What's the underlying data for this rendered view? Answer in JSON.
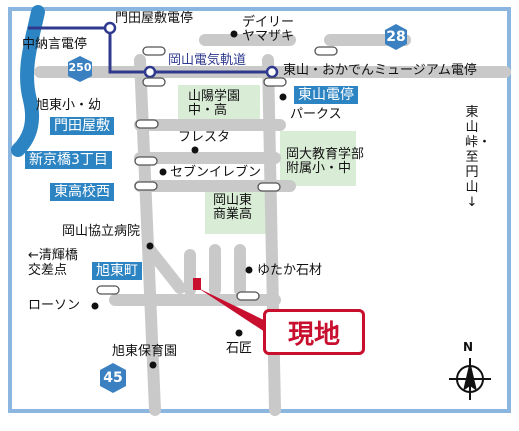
{
  "map": {
    "colors": {
      "frame": "#8ab6e0",
      "road": "#c9c9c9",
      "river": "#2d84c2",
      "green_block": "#d9ecd6",
      "tram_line": "#2f3a8f",
      "stop_label_bg": "#2d84c2",
      "route_shield": "#3b80c0",
      "site_marker": "#c8102e"
    },
    "tram": {
      "line_label": "岡山電気軌道",
      "stops": {
        "nakanochou": "中納言電停",
        "monden": "門田屋敷電停",
        "museum": "東山・おかでんミュージアム電停"
      }
    },
    "bus_stops": {
      "higashiyama": "東山電停",
      "monden": "門田屋敷",
      "shinkyobashi": "新京橋3丁目",
      "higashikouko": "東高校西",
      "kyokuto": "旭東町"
    },
    "places": {
      "daily": "デイリー\nヤマザキ",
      "sanyo": "山陽学園\n中・高",
      "parks": "パークス",
      "kyokuto_elem": "旭東小・幼",
      "fresta": "フレスタ",
      "univ": "岡大教育学部\n附属小・中",
      "seven": "セブンイレブン",
      "okayama_higashi": "岡山東\n商業高",
      "kyoritsu": "岡山協立病院",
      "kiyoteru": "←清輝橋\n交差点",
      "yutaka": "ゆたか石材",
      "lawson": "ローソン",
      "hoikuen": "旭東保育園",
      "sekisho": "石匠",
      "toward": "東山峠・至円山↓"
    },
    "routes": {
      "r28": "28",
      "r250": "250",
      "r45": "45"
    },
    "site_label": "現地",
    "north": "N"
  }
}
